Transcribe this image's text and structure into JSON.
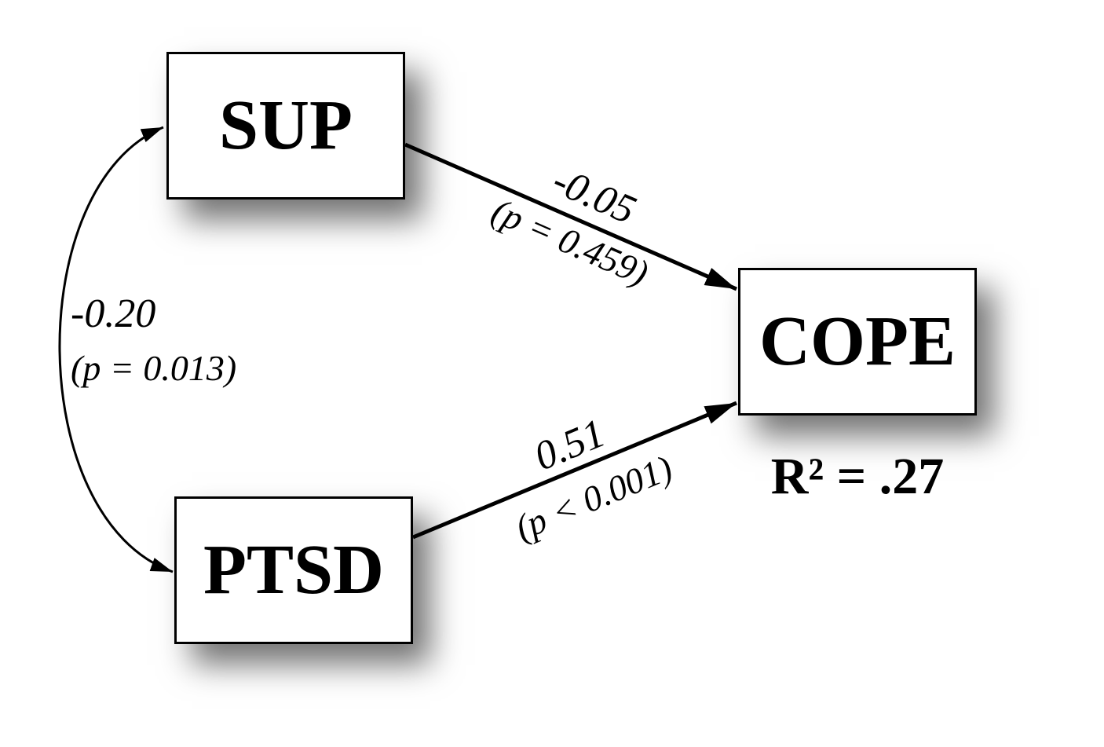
{
  "nodes": {
    "sup": {
      "label": "SUP"
    },
    "ptsd": {
      "label": "PTSD"
    },
    "cope": {
      "label": "COPE",
      "r_squared": "R² = .27"
    }
  },
  "edges": {
    "sup_to_cope": {
      "coefficient": "-0.05",
      "p_value": "(p = 0.459)"
    },
    "ptsd_to_cope": {
      "coefficient": "0.51",
      "p_value": "(p < 0.001)"
    },
    "sup_ptsd_correlation": {
      "coefficient": "-0.20",
      "p_value": "(p = 0.013)"
    }
  },
  "colors": {
    "line": "#000000",
    "box_border": "#000000",
    "box_fill": "#ffffff",
    "shadow": "#7a7a7a"
  }
}
